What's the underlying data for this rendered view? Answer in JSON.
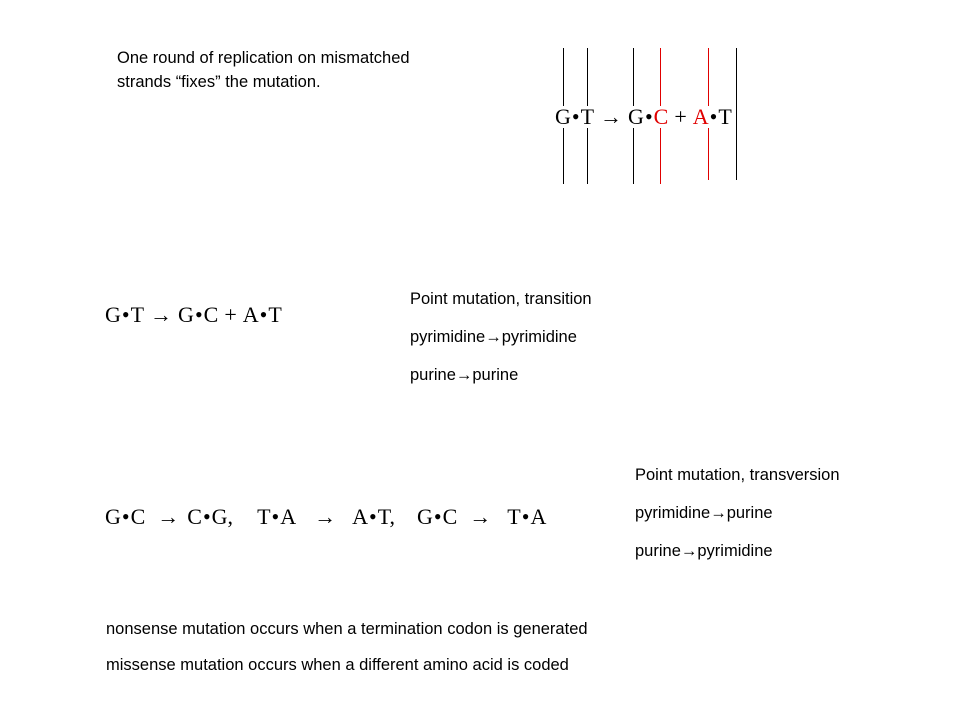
{
  "colors": {
    "text": "#000000",
    "new_strand": "#e00000",
    "background": "#ffffff"
  },
  "intro": {
    "line1": "One round of replication on mismatched",
    "line2": "strands “fixes” the mutation."
  },
  "top_equation": {
    "g1": "G",
    "dot1": "•",
    "t1": "T",
    "arrow": "→",
    "g2": "G",
    "dot2": "•",
    "c2": "C",
    "plus": "+",
    "a3": "A",
    "dot3": "•",
    "t3": "T"
  },
  "strand_diagram": {
    "strands": [
      {
        "color": "black"
      },
      {
        "color": "black"
      },
      {
        "color": "black"
      },
      {
        "color": "red"
      },
      {
        "color": "red"
      },
      {
        "color": "black"
      }
    ]
  },
  "transition": {
    "equation": {
      "g1": "G",
      "dot1": "•",
      "t1": "T",
      "arrow": "→",
      "g2": "G",
      "dot2": "•",
      "c2": "C",
      "plus": "+",
      "a3": "A",
      "dot3": "•",
      "t3": "T"
    },
    "title": "Point mutation, transition",
    "rule1_left": "pyrimidine",
    "rule1_arrow": "→",
    "rule1_right": "pyrimidine",
    "rule2_left": "purine",
    "rule2_arrow": "→",
    "rule2_right": "purine"
  },
  "transversion": {
    "equation": {
      "e1_left": "G",
      "e1_dot": "•",
      "e1_left2": "C",
      "e1_arrow": "→",
      "e1_right": "C",
      "e1_dot2": "•",
      "e1_right2": "G,",
      "e2_left": "T",
      "e2_dot": "•",
      "e2_left2": "A",
      "e2_arrow": "→",
      "e2_right": "A",
      "e2_dot2": "•",
      "e2_right2": "T,",
      "e3_left": "G",
      "e3_dot": "•",
      "e3_left2": "C",
      "e3_arrow": "→",
      "e3_right": "T",
      "e3_dot2": "•",
      "e3_right2": "A"
    },
    "title": "Point mutation, transversion",
    "rule1_left": "pyrimidine",
    "rule1_arrow": "→",
    "rule1_right": "purine",
    "rule2_left": "purine",
    "rule2_arrow": "→",
    "rule2_right": "pyrimidine"
  },
  "definitions": {
    "nonsense": "nonsense mutation occurs when a termination codon is generated",
    "missense": "missense mutation occurs when a different amino acid is coded"
  }
}
